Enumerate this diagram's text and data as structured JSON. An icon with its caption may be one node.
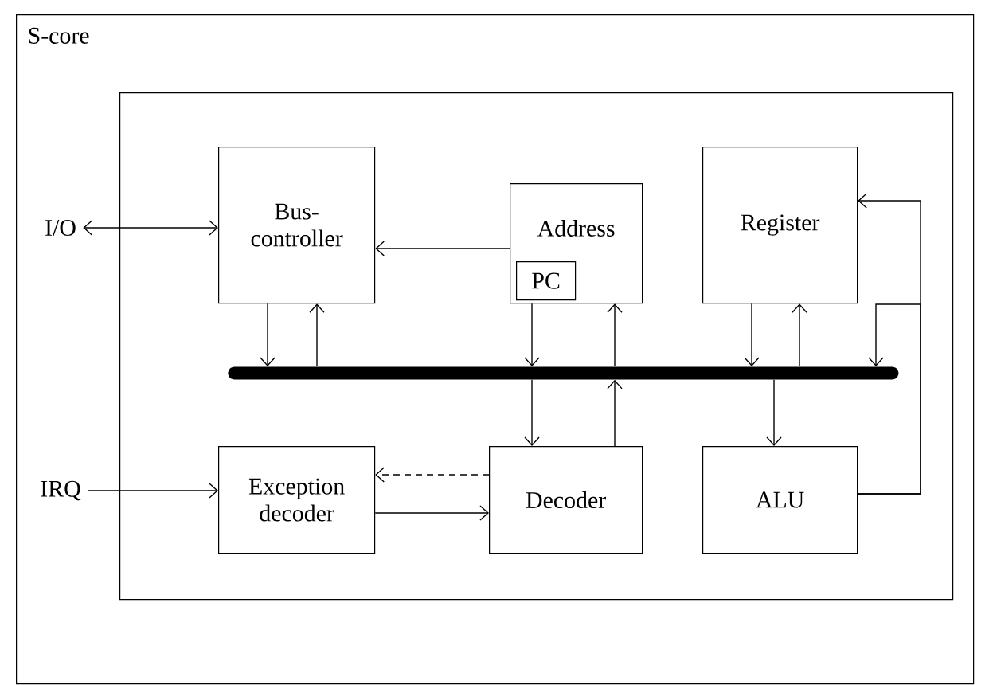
{
  "diagram": {
    "nodes": [
      {
        "text": [
          "S-core"
        ]
      },
      {
        "text": [],
        "shape": "box",
        "in": 0
      },
      {
        "text": [
          "I/O"
        ],
        "in": 0
      },
      {
        "text": [
          "Bus-controller"
        ],
        "in": 1
      },
      {
        "text": [
          "Address"
        ],
        "in": 1
      },
      {
        "text": [
          "PC"
        ],
        "in": 4
      },
      {
        "text": [
          "Register"
        ],
        "in": 1
      },
      {
        "text": [],
        "shape": "bar",
        "in": 1
      },
      {
        "text": [
          "IRQ"
        ],
        "in": 0
      },
      {
        "text": [
          "Exception decoder"
        ],
        "in": 1
      },
      {
        "text": [
          "Decoder"
        ],
        "in": 1
      },
      {
        "text": [
          "ALU"
        ],
        "in": 1
      }
    ],
    "edges": [
      {
        "from": 2,
        "to": 3,
        "arrow": "both"
      },
      {
        "from": 4,
        "to": 3,
        "arrow": "to"
      },
      {
        "from": 3,
        "to": 7,
        "arrow": "to"
      },
      {
        "from": 7,
        "to": 3,
        "arrow": "to"
      },
      {
        "from": 4,
        "to": 7,
        "arrow": "to"
      },
      {
        "from": 7,
        "to": 4,
        "arrow": "to"
      },
      {
        "from": 6,
        "to": 7,
        "arrow": "to"
      },
      {
        "from": 7,
        "to": 6,
        "arrow": "to"
      },
      {
        "from": 7,
        "to": 10,
        "arrow": "to"
      },
      {
        "from": 10,
        "to": 7,
        "arrow": "to"
      },
      {
        "from": 7,
        "to": 11,
        "arrow": "to"
      },
      {
        "from": 11,
        "to": 6,
        "arrow": "to"
      },
      {
        "from": 11,
        "to": 7,
        "arrow": "to"
      },
      {
        "from": 8,
        "to": 9,
        "arrow": "to"
      },
      {
        "from": 10,
        "to": 9,
        "arrow": "to",
        "style": "dashed"
      },
      {
        "from": 9,
        "to": 10,
        "arrow": "to"
      }
    ]
  }
}
